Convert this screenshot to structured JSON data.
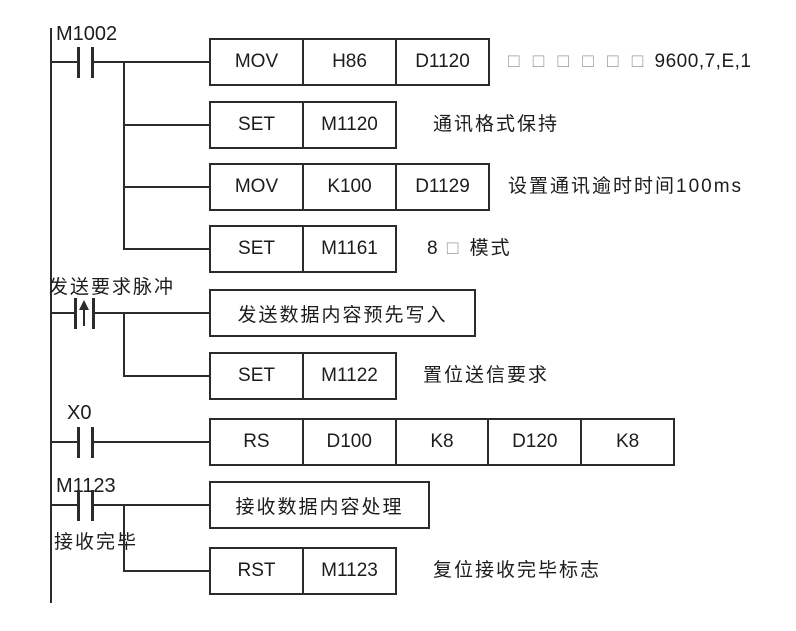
{
  "diagram": {
    "type": "plc-ladder-logic",
    "colors": {
      "line": "#2b2b2b",
      "text": "#1c1c1c",
      "muted_glyph": "#9a9a9a"
    },
    "rungs": [
      {
        "contact_label": "M1002",
        "contact_type": "normally-open",
        "outputs": [
          {
            "cells": [
              "MOV",
              "H86",
              "D1120"
            ],
            "comment_muted": "□ □ □ □ □ □",
            "comment": "9600,7,E,1"
          },
          {
            "cells": [
              "SET",
              "M1120"
            ],
            "comment": "通讯格式保持"
          },
          {
            "cells": [
              "MOV",
              "K100",
              "D1129"
            ],
            "comment": "设置通讯逾时时间100ms"
          },
          {
            "cells": [
              "SET",
              "M1161"
            ],
            "comment_pre": "8",
            "comment_muted": "□",
            "comment": "模式"
          }
        ]
      },
      {
        "contact_label": "发送要求脉冲",
        "contact_type": "rising-edge",
        "outputs": [
          {
            "box_text": "发送数据内容预先写入"
          },
          {
            "cells": [
              "SET",
              "M1122"
            ],
            "comment": "置位送信要求"
          }
        ]
      },
      {
        "contact_label": "X0",
        "contact_type": "normally-open",
        "outputs": [
          {
            "cells": [
              "RS",
              "D100",
              "K8",
              "D120",
              "K8"
            ]
          }
        ]
      },
      {
        "contact_label": "M1123",
        "contact_sublabel": "接收完毕",
        "contact_type": "normally-open",
        "outputs": [
          {
            "box_text": "接收数据内容处理"
          },
          {
            "cells": [
              "RST",
              "M1123"
            ],
            "comment": "复位接收完毕标志"
          }
        ]
      }
    ]
  }
}
